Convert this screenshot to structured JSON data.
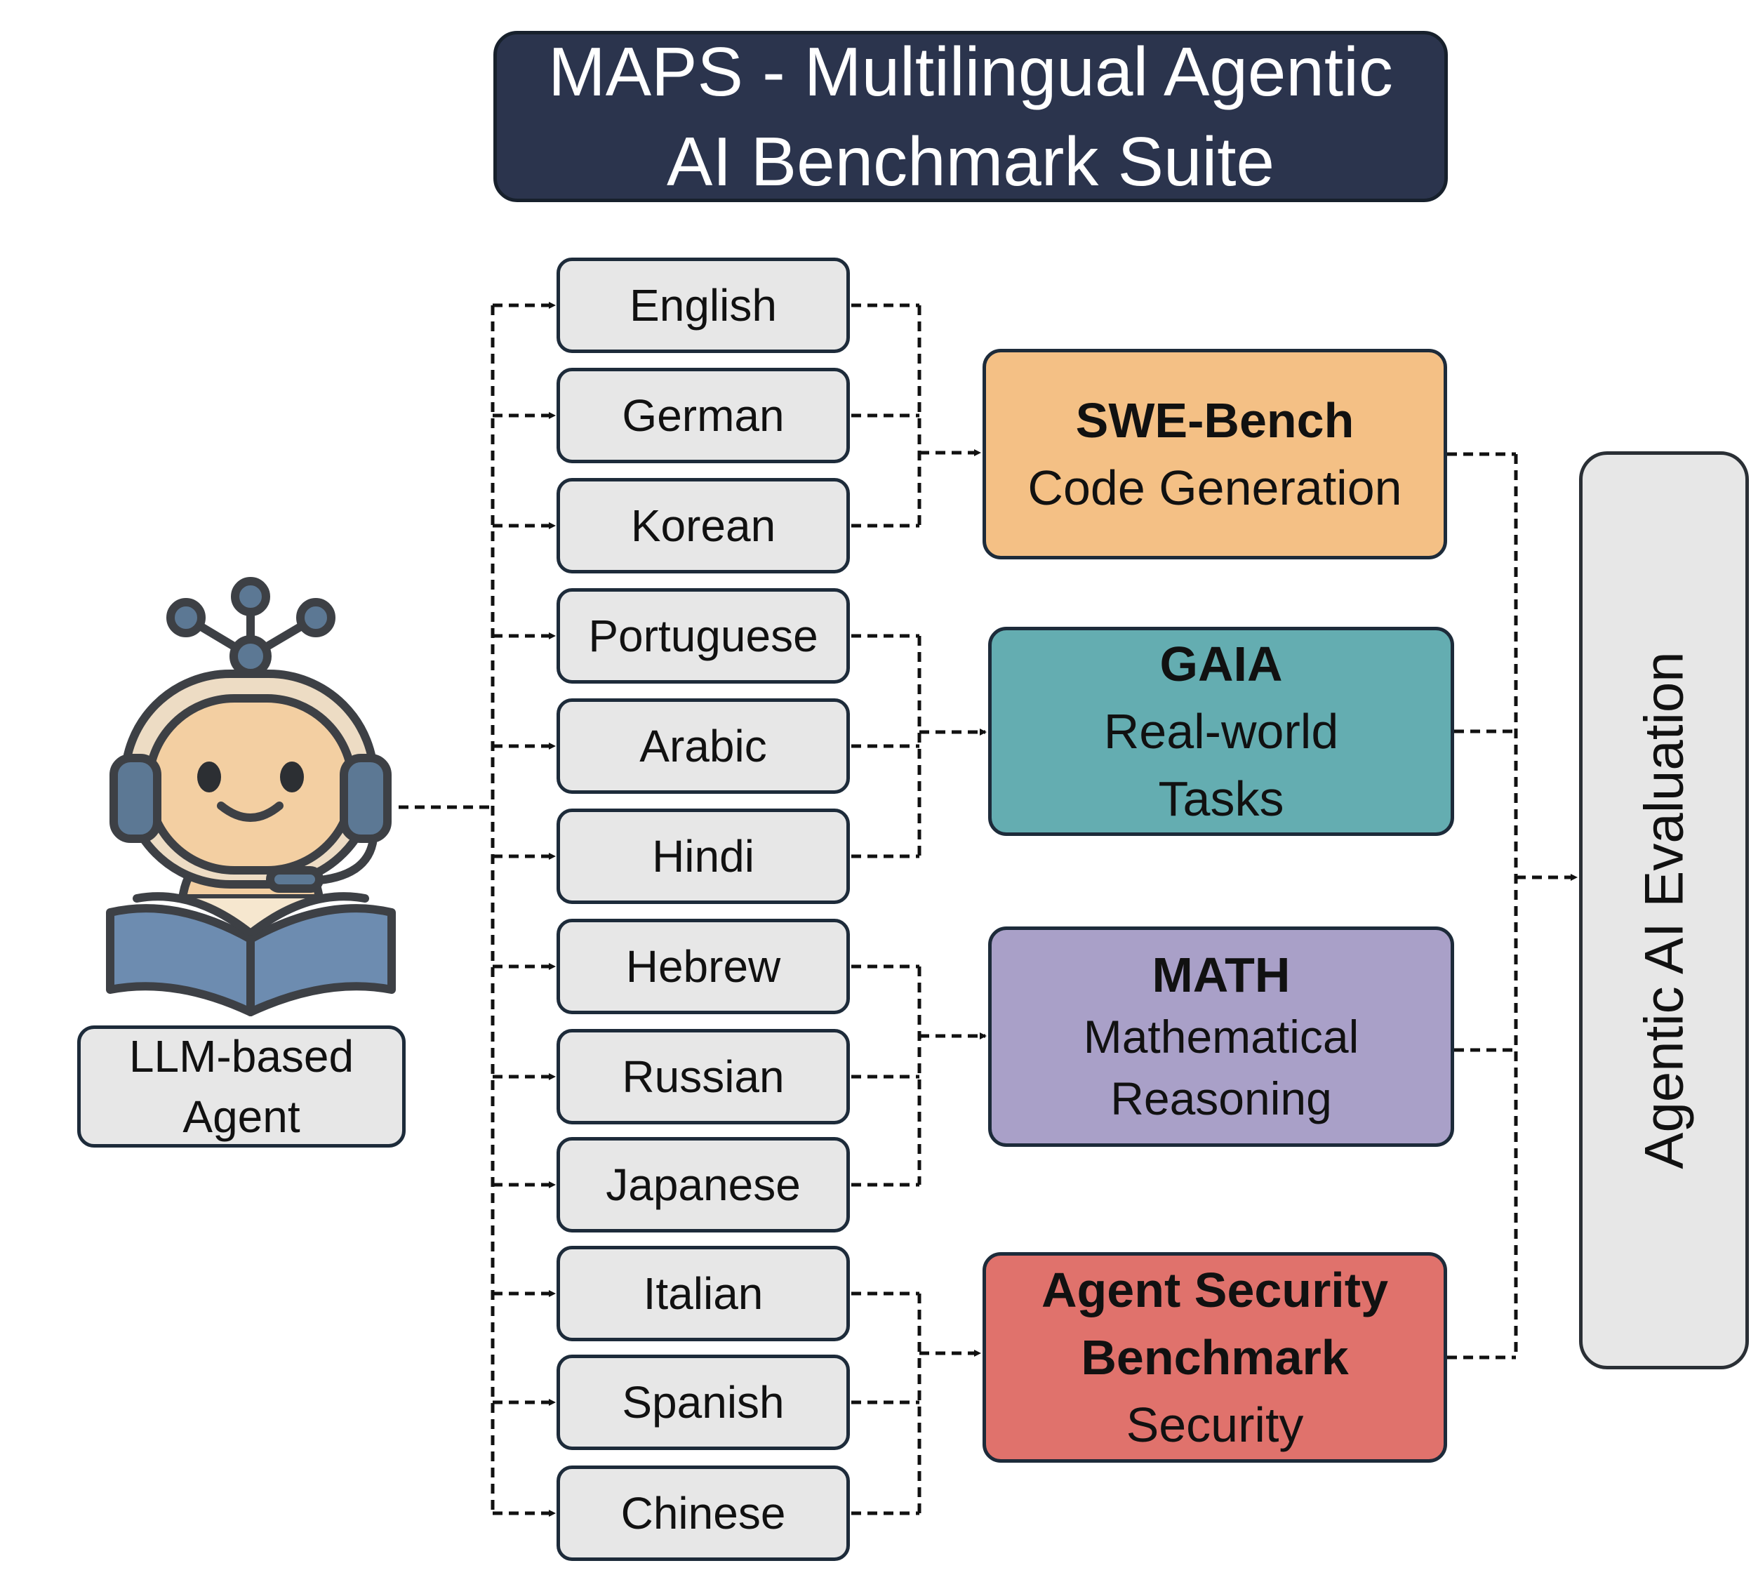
{
  "title": {
    "line1": "MAPS - Multilingual Agentic",
    "line2": "AI Benchmark Suite"
  },
  "agent": {
    "label_line1": "LLM-based",
    "label_line2": "Agent",
    "icon": "robot-reading-book-icon"
  },
  "languages": [
    "English",
    "German",
    "Korean",
    "Portuguese",
    "Arabic",
    "Hindi",
    "Hebrew",
    "Russian",
    "Japanese",
    "Italian",
    "Spanish",
    "Chinese"
  ],
  "benchmarks": [
    {
      "name": "SWE-Bench",
      "task": "Code Generation",
      "color": "#f4c085"
    },
    {
      "name": "GAIA",
      "task_line1": "Real-world",
      "task_line2": "Tasks",
      "color": "#64adb1"
    },
    {
      "name": "MATH",
      "task_line1": "Mathematical",
      "task_line2": "Reasoning",
      "color": "#a9a0c8"
    },
    {
      "name_line1": "Agent Security",
      "name_line2": "Benchmark",
      "task": "Security",
      "color": "#e0726c"
    }
  ],
  "evaluation": {
    "label": "Agentic AI Evaluation"
  }
}
